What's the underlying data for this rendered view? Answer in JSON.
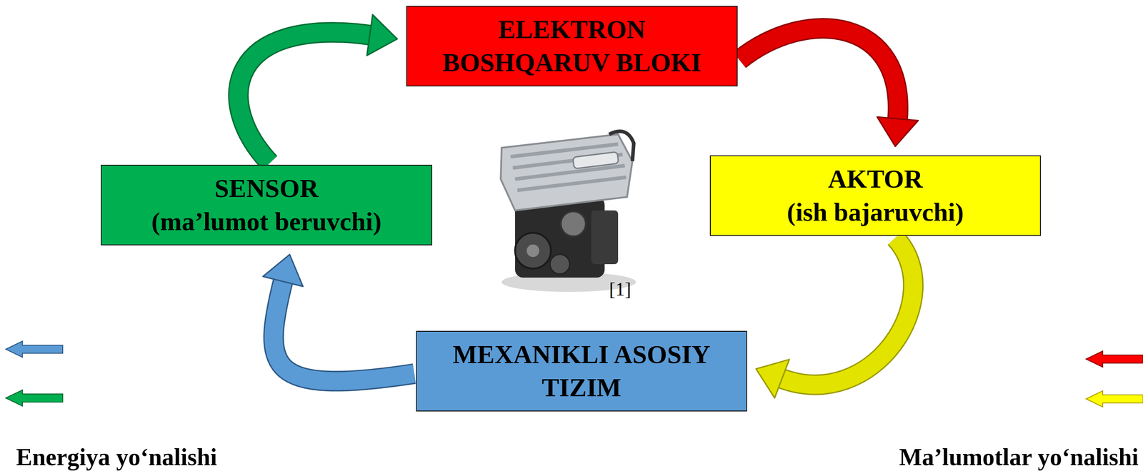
{
  "diagram": {
    "nodes": [
      {
        "text": [
          "ELEKTRON BOSHQARUV BLOKI"
        ]
      },
      {
        "text": [
          "SENSOR",
          "(ma’lumot beruvchi)"
        ]
      },
      {
        "text": [
          "AKTOR",
          "(ish bajaruvchi)"
        ]
      },
      {
        "text": [
          "MEXANIKLI ASOSIY TIZIM"
        ]
      }
    ],
    "edges": [
      {
        "from": 1,
        "to": 0,
        "arrow": "to"
      },
      {
        "from": 0,
        "to": 2,
        "arrow": "to"
      },
      {
        "from": 2,
        "to": 3,
        "arrow": "to"
      },
      {
        "from": 3,
        "to": 1,
        "arrow": "to"
      }
    ],
    "labels": [
      "[1]"
    ],
    "legend": [
      {
        "text": "Energiya yo‘nalishi"
      },
      {
        "text": "Ma’lumotlar yo‘nalishi"
      }
    ]
  }
}
